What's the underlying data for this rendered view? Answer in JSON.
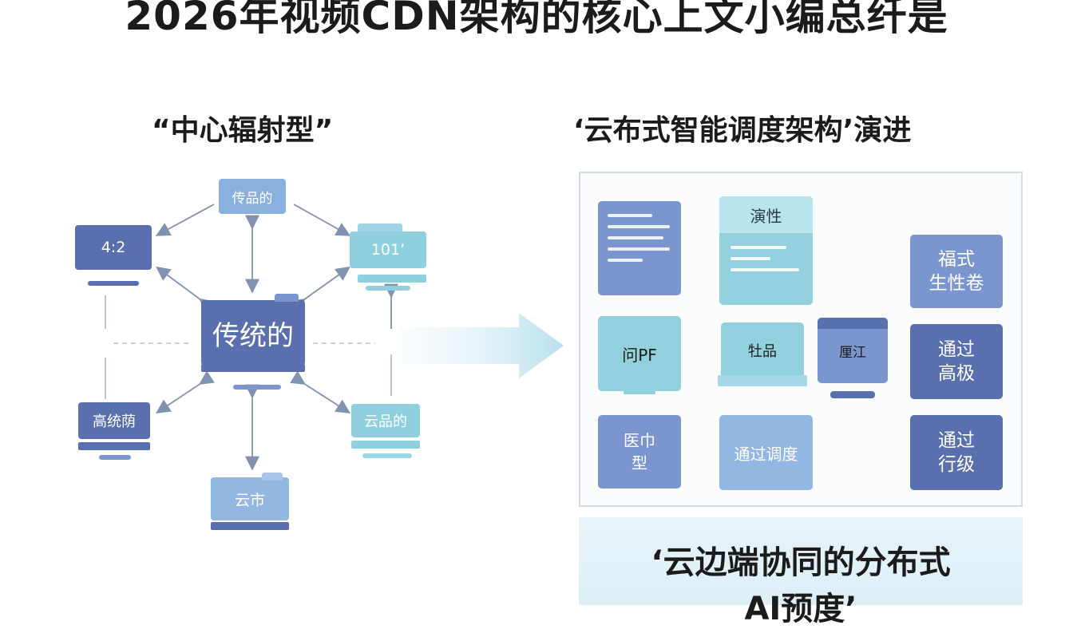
{
  "title": "2026年视频CDN架构的核心上文小编总纤是",
  "left": {
    "heading": "“中心辐射型”",
    "center": "传统的",
    "top": "传品的",
    "top_left": "4:2",
    "top_right": "101’",
    "bottom_left": "高统荫",
    "bottom_right": "云品的",
    "bottom": "云市"
  },
  "right": {
    "heading": "‘云布式智能调度架构’演进",
    "cards": {
      "top_mid": "演性",
      "mid_left": "问PF",
      "mid_mid": "牡品",
      "hub": "厘江",
      "bot_left": "医巾\n型",
      "bot_mid": "通过调度",
      "out_top": "福式\n生性卷",
      "out_mid": "通过\n高极",
      "out_bot": "通过\n行级"
    },
    "banner_line1": "‘云边端协同的分布式",
    "banner_line2": "AI预度’"
  },
  "colors": {
    "dark_blue": "#5a6fae",
    "mid_blue": "#7b95cf",
    "light_blue": "#93b6e3",
    "teal": "#8fcfe0",
    "arrow_gray": "#8094b0",
    "big_arrow": "#bfe2ee"
  }
}
